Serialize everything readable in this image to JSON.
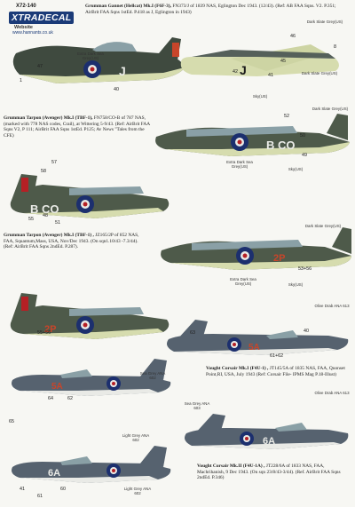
{
  "header": {
    "product_code": "X72-140",
    "brand": "XTRADECAL",
    "website_label": "Website",
    "website_url": "www.hannants.co.uk"
  },
  "entries": [
    {
      "title": "Grumman Gannet (Hellcat) Mk.I (F6F-3),",
      "text": "FN373/J of 1839 NAS, Eglington  Dec 1943. (12/43). (Ref: AB FAA Sqns. V2. P.351; AirBrit FAA Sqns 1stEd. P.418 as J, Eglington in 1943)",
      "code": "J"
    },
    {
      "title": "Grumman Tarpon (Avenger) Mk.I (TBF-1),",
      "text": "FN758/CO-B of 787 NAS, (marked with 778 NAS codes, Crail), at Wittering 5-9/43. (Ref: AirBrit  FAA Sqns V2, P 111; AirBrit FAA Sqns 1stEd. P125; Av News \"Tales from the CFE)",
      "code": "B CO"
    },
    {
      "title": "Grumman Tarpon (Avenger) Mk.I (TBF-1) ,",
      "text": "JZ165/2P of 852 NAS, FAA, Squantum,Mass, USA,  Nov/Dec 1943. (On sqn1.10/43 -7.3/44).  (Ref: AirBrit  FAA Sqns 2ndEd. P.287).",
      "code": "2P"
    },
    {
      "title": "Vought Corsair Mk.I (F4U-1) ,",
      "text": "JT145/5A of 1835 NAS, FAA, Quonset Point,RI,  USA, July 1943  (Ref: Corsair File- IPMS Mag P.18-Illust)",
      "code": "5A"
    },
    {
      "title": "Vought Corsair Mk.II (F4U-1A) ,",
      "text": "JT228/6A of 1833 NAS, FAA, Machrihanish, 9 Dec 1943. (On sqn 23/8/43-3/44). (Ref. AirBrit FAA Sqns 2ndEd. P.346)",
      "code": "6A"
    }
  ],
  "color_labels": {
    "extra_dark_sea_grey": "Extra Dark Sea Grey(US)",
    "dark_slate_grey": "Dark Slate Grey(US)",
    "sky": "Sky(US)",
    "olive_drab": "Olive Drab ANA 613",
    "sea_grey_602": "Sea Grey ANA 602",
    "sea_grey_603": "Sea Grey ANA 603",
    "light_grey": "Light Grey ANA 602"
  },
  "callouts": [
    "46",
    "8",
    "47",
    "1",
    "40",
    "42",
    "45",
    "41",
    "52",
    "57",
    "58",
    "50",
    "49",
    "55",
    "48",
    "51",
    "53+56",
    "55+56",
    "40",
    "63",
    "61+62",
    "62",
    "64",
    "65",
    "60",
    "41",
    "61"
  ],
  "colors": {
    "extra_dark_sea_grey": "#55605a",
    "dark_slate_grey": "#4a5a3c",
    "sky": "#d6dcae",
    "sea_grey_blue": "#5a6b7f",
    "white_underside": "#e9eae6",
    "roundel_blue": "#1c2f6e",
    "roundel_red": "#b52025",
    "code_red": "#c8452a"
  }
}
